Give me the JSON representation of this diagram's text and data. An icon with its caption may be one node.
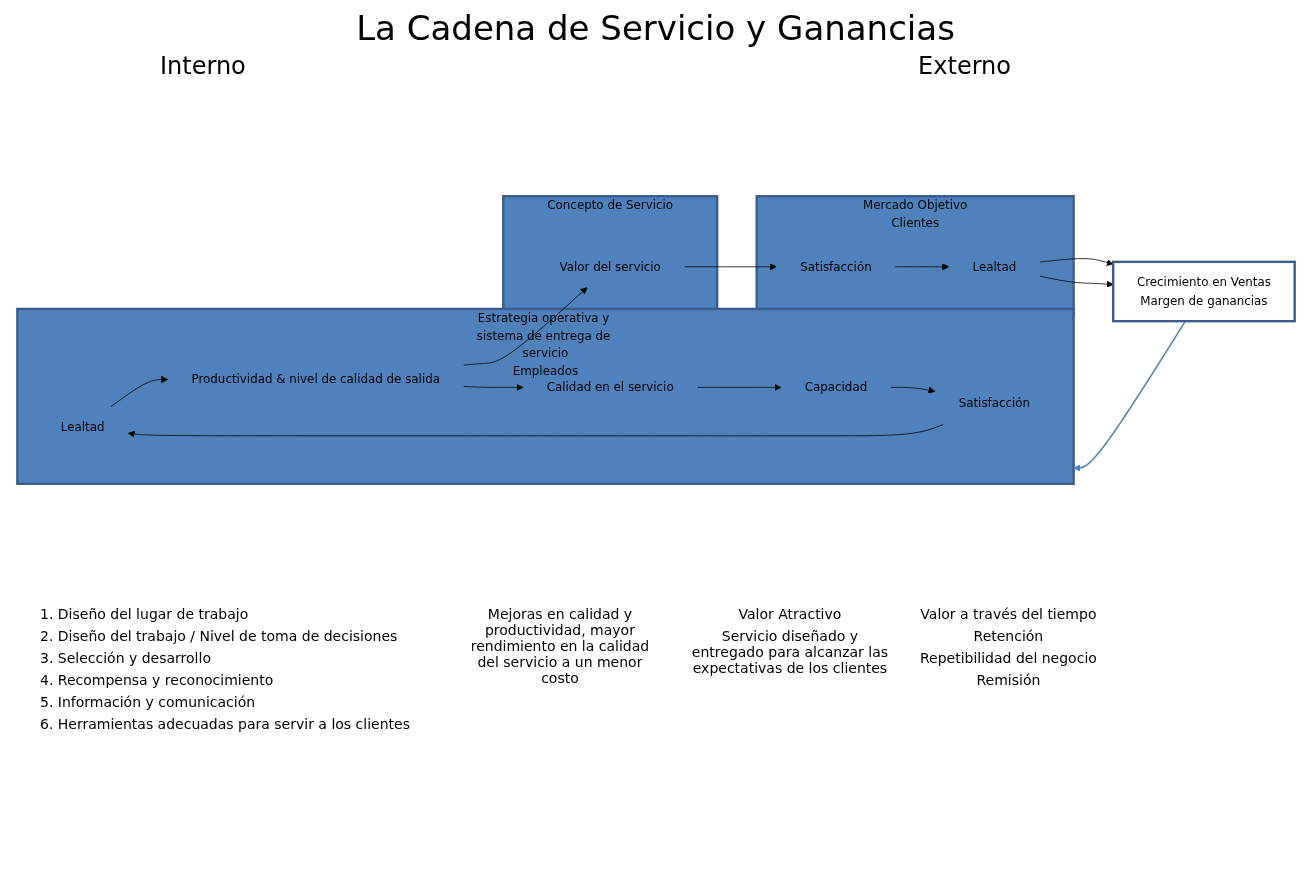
{
  "diagram": {
    "title": "La Cadena de Servicio y Ganancias",
    "nodes": [
      {
        "text": [
          "Estrategia operativa y sistema de entrega de servicio",
          "Empleados"
        ]
      },
      {
        "text": [
          "Lealtad"
        ],
        "in": 0
      },
      {
        "text": [
          "Productividad & nivel de calidad de salida"
        ],
        "in": 0
      },
      {
        "text": [
          "Calidad en el servicio"
        ],
        "in": 0
      },
      {
        "text": [
          "Capacidad"
        ],
        "in": 0
      },
      {
        "text": [
          "Satisfacción"
        ],
        "in": 0
      },
      {
        "text": [
          "Concepto de Servicio"
        ]
      },
      {
        "text": [
          "Valor del servicio"
        ],
        "in": 6
      },
      {
        "text": [
          "Mercado Objetivo",
          "Clientes"
        ]
      },
      {
        "text": [
          "Satisfacción"
        ],
        "in": 8
      },
      {
        "text": [
          "Lealtad"
        ],
        "in": 8
      },
      {
        "text": [
          "Crecimiento en Ventas",
          "Margen de ganancias"
        ]
      }
    ],
    "edges": [
      {
        "from": 1,
        "to": 2,
        "arrow": "to"
      },
      {
        "from": 2,
        "to": 3,
        "arrow": "to"
      },
      {
        "from": 3,
        "to": 4,
        "arrow": "to"
      },
      {
        "from": 4,
        "to": 5,
        "arrow": "to"
      },
      {
        "from": 5,
        "to": 1,
        "arrow": "to"
      },
      {
        "from": 2,
        "to": 7,
        "arrow": "to"
      },
      {
        "from": 7,
        "to": 9,
        "arrow": "to"
      },
      {
        "from": 9,
        "to": 10,
        "arrow": "to"
      },
      {
        "from": 10,
        "to": 11,
        "arrow": "to"
      },
      {
        "from": 10,
        "to": 11,
        "arrow": "to"
      },
      {
        "from": 11,
        "to": 0,
        "arrow": "to",
        "color": "#4f81bd"
      }
    ],
    "labels": [
      "Interno",
      "Externo",
      "1. Diseño del lugar de trabajo",
      "2. Diseño del trabajo / Nivel de toma de decisiones",
      "3. Selección y desarrollo",
      "4. Recompensa y reconocimiento",
      "5. Información y comunicación",
      "6. Herramientas adecuadas para servir a los clientes",
      "Mejoras en calidad y productividad, mayor rendimiento en la calidad del servicio a un menor costo",
      "Valor Atractivo",
      "Servicio diseñado y entregado para alcanzar las expectativas de los clientes",
      "Valor a través del tiempo",
      "Retención",
      "Repetibilidad del negocio",
      "Remisión"
    ]
  }
}
